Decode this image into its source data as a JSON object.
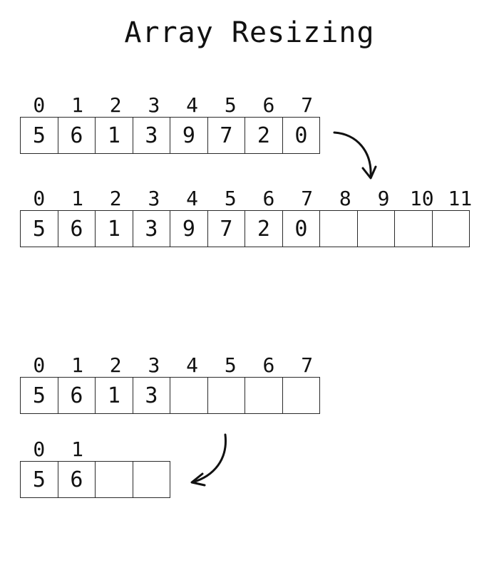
{
  "title": "Array Resizing",
  "arrays": [
    {
      "name": "grow-original",
      "indices": [
        "0",
        "1",
        "2",
        "3",
        "4",
        "5",
        "6",
        "7"
      ],
      "values": [
        "5",
        "6",
        "1",
        "3",
        "9",
        "7",
        "2",
        "0"
      ]
    },
    {
      "name": "grow-resized",
      "indices": [
        "0",
        "1",
        "2",
        "3",
        "4",
        "5",
        "6",
        "7",
        "8",
        "9",
        "10",
        "11"
      ],
      "values": [
        "5",
        "6",
        "1",
        "3",
        "9",
        "7",
        "2",
        "0",
        "",
        "",
        "",
        ""
      ]
    },
    {
      "name": "shrink-original",
      "indices": [
        "0",
        "1",
        "2",
        "3",
        "4",
        "5",
        "6",
        "7"
      ],
      "values": [
        "5",
        "6",
        "1",
        "3",
        "",
        "",
        "",
        ""
      ]
    },
    {
      "name": "shrink-resized",
      "indices": [
        "0",
        "1"
      ],
      "values": [
        "5",
        "6",
        "",
        ""
      ]
    }
  ],
  "arrows": [
    {
      "name": "grow-arrow-icon"
    },
    {
      "name": "shrink-arrow-icon"
    }
  ],
  "colors": {
    "stroke": "#111111",
    "cell_border": "#2a2a2a",
    "background": "#ffffff"
  }
}
